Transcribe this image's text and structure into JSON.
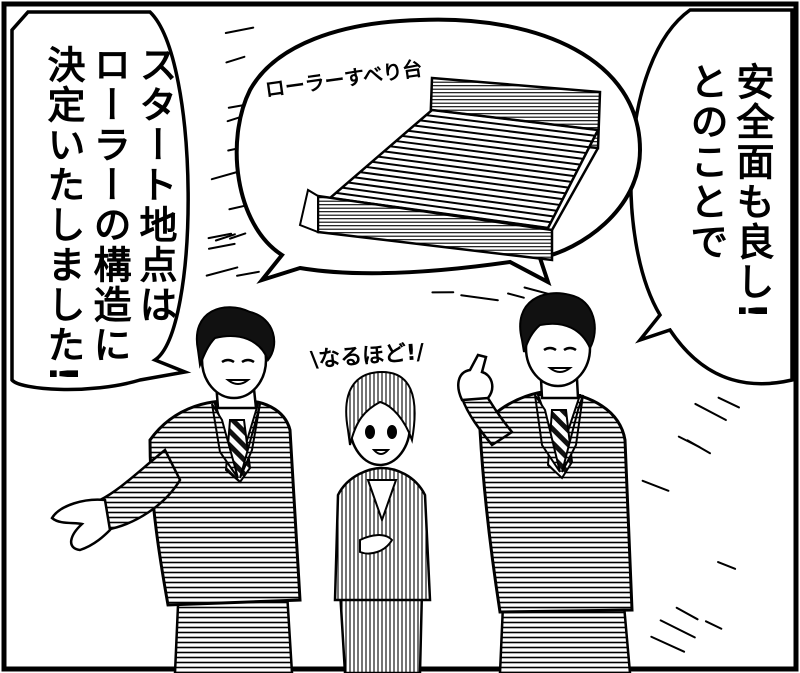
{
  "speech_left": {
    "text": "スタート地点は\nローラーの構造に\n決定いたしました!"
  },
  "speech_right": {
    "text": "安全面も良し!\nとのことで"
  },
  "thought_bubble": {
    "caption": "ローラーすべり台"
  },
  "sfx": {
    "text": "\\なるほど!/"
  },
  "colors": {
    "ink": "#000000",
    "paper": "#ffffff"
  }
}
